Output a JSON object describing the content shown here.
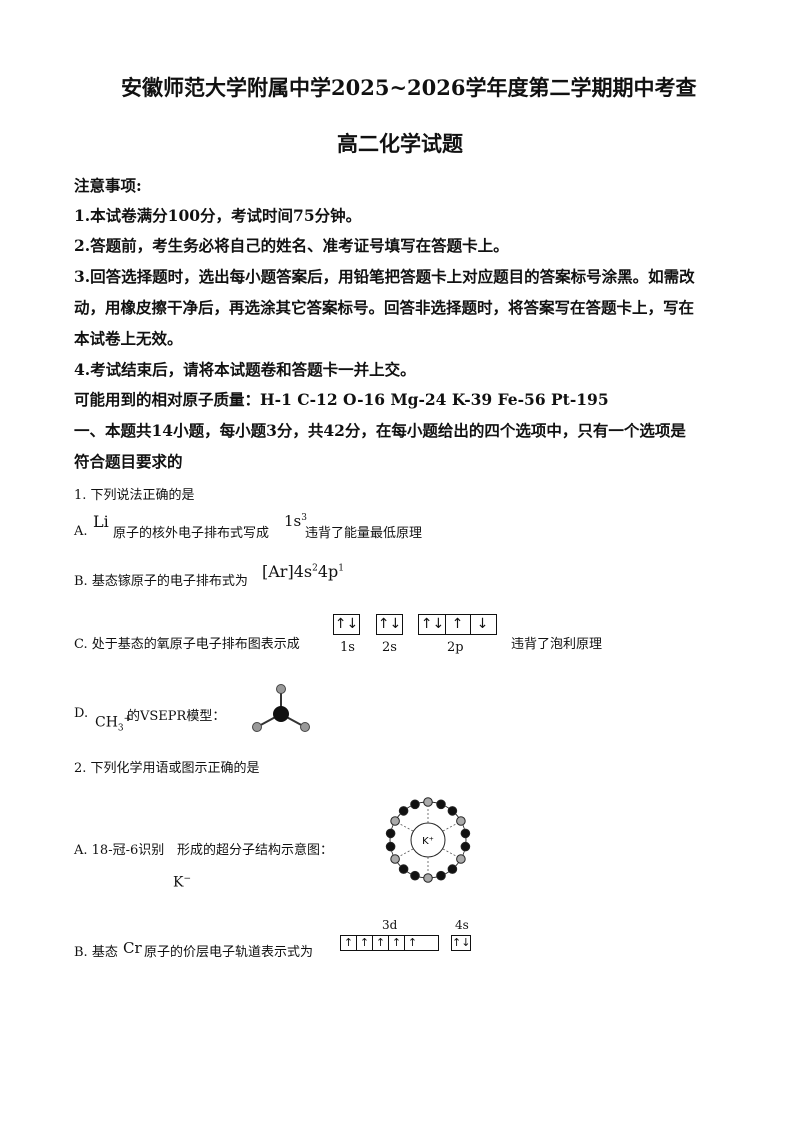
{
  "header": {
    "title": "安徽师范大学附属中学2025~2026学年度第二学期期中考查",
    "subtitle": "高二化学试题"
  },
  "notes": {
    "heading": "注意事项:",
    "n1": "1.本试卷满分100分，考试时间75分钟。",
    "n2": "2.答题前，考生务必将自己的姓名、准考证号填写在答题卡上。",
    "n3a": "3.回答选择题时，选出每小题答案后，用铅笔把答题卡上对应题目的答案标号涂黑。如需改",
    "n3b": "动，用橡皮擦干净后，再选涂其它答案标号。回答非选择题时，将答案写在答题卡上，写在",
    "n3c": "本试卷上无效。",
    "n4": "4.考试结束后，请将本试题卷和答题卡一并上交。",
    "masses": "可能用到的相对原子质量：H-1   C-12   O-16   Mg-24   K-39   Fe-56   Pt-195"
  },
  "section": {
    "line1": "一、本题共14小题，每小题3分，共42分，在每小题给出的四个选项中，只有一个选项是",
    "line2": "符合题目要求的"
  },
  "q1": {
    "stem": "1. 下列说法正确的是",
    "a_pre": "A.",
    "a_li": "Li",
    "a_mid": "原子的核外电子排布式写成",
    "a_conf": "1s",
    "a_conf_sup": "3",
    "a_post": "违背了能量最低原理",
    "b_pre": "B. 基态镓原子的电子排布式为",
    "b_conf": "[Ar]4s",
    "b_sup1": "2",
    "b_mid": "4p",
    "b_sup2": "1",
    "c_pre": "C. 处于基态的氧原子电子排布图表示成",
    "c_1s": "↑↓",
    "c_2s": "↑↓",
    "c_2p": [
      "↑↓",
      "↑",
      "↓"
    ],
    "c_lbl_1s": "1s",
    "c_lbl_2s": "2s",
    "c_lbl_2p": "2p",
    "c_post": "违背了泡利原理",
    "d_pre": "D.",
    "d_ion": "CH",
    "d_ion_sub": "3",
    "d_ion_sup": "+",
    "d_post": "的VSEPR模型："
  },
  "q2": {
    "stem": "2. 下列化学用语或图示正确的是",
    "a_pre": "A. 18-冠-6识别",
    "a_post": "形成的超分子结构示意图：",
    "a_k": "K",
    "a_k_sup": "−",
    "ring_label": "K⁺",
    "b_pre": "B. 基态",
    "b_cr": "Cr",
    "b_post": "原子的价层电子轨道表示式为",
    "b_3d_lbl": "3d",
    "b_4s_lbl": "4s",
    "b_3d": [
      "↑",
      "↑",
      "↑",
      "↑",
      "↑"
    ],
    "b_4s": "↑↓"
  }
}
